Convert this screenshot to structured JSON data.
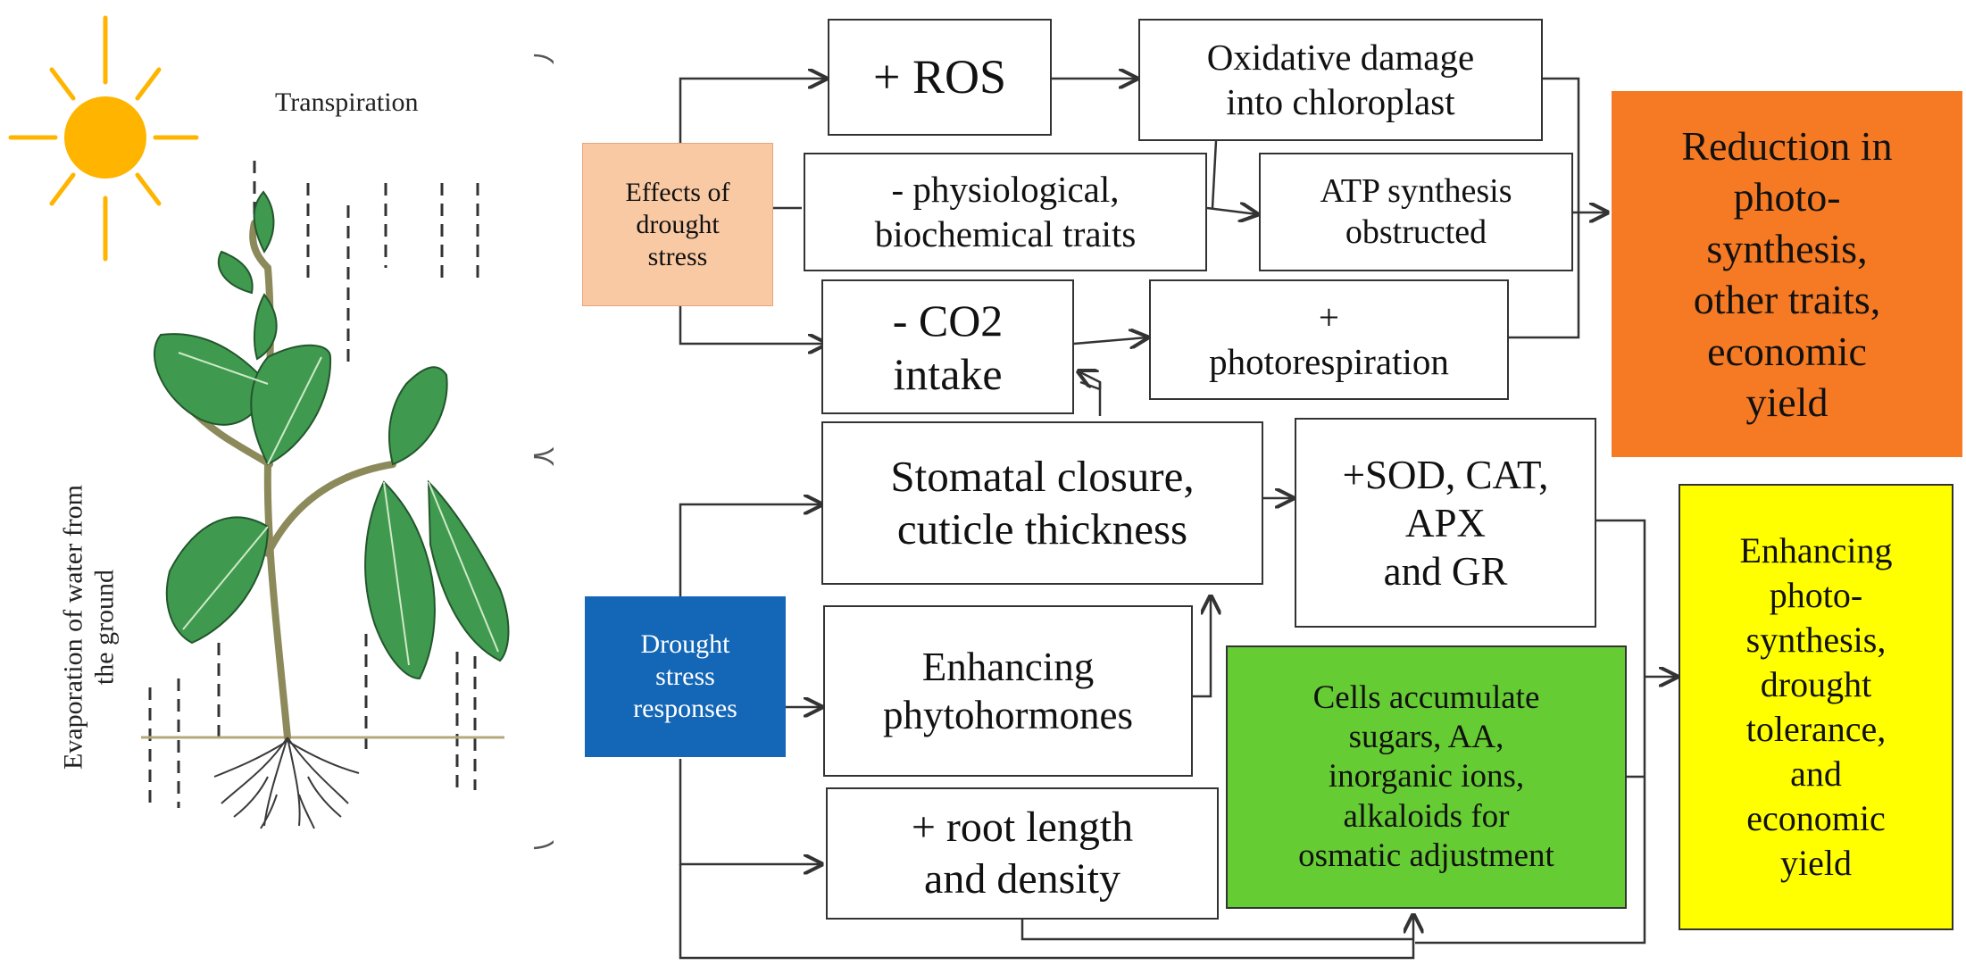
{
  "illustration": {
    "sun_icon": "sun-icon",
    "plant_icon": "plant-illustration",
    "transpiration_label": "Transpiration",
    "evaporation_label": "Evaporation of water from\nthe ground"
  },
  "effects": {
    "label": "Effects of\ndrought\nstress",
    "ros": "+ ROS",
    "oxidative": "Oxidative damage\ninto chloroplast",
    "physio": "- physiological,\nbiochemical traits",
    "atp": "ATP synthesis\nobstructed",
    "co2": "- CO2\nintake",
    "photoresp": "+\nphotorespiration",
    "outcome": "Reduction in\nphoto-\nsynthesis,\nother traits,\neconomic\nyield"
  },
  "responses": {
    "label": "Drought\nstress\nresponses",
    "stomatal": "Stomatal closure,\ncuticle thickness",
    "enzymes": "+SOD, CAT,\nAPX\nand GR",
    "phytohormones": "Enhancing\nphytohormones",
    "cells": "Cells accumulate\nsugars, AA,\ninorganic ions,\nalkaloids for\nosmatic adjustment",
    "root": "+ root length\nand density",
    "outcome": "Enhancing\nphoto-\nsynthesis,\ndrought\ntolerance,\nand\neconomic\nyield"
  },
  "colors": {
    "effects_label_bg": "#f9c9a4",
    "responses_label_bg": "#1466b6",
    "reduction_bg": "#f67a24",
    "enhancing_bg": "#ffff00",
    "cells_bg": "#66cc33",
    "sun": "#ffb400",
    "leaf": "#3f9a50"
  }
}
